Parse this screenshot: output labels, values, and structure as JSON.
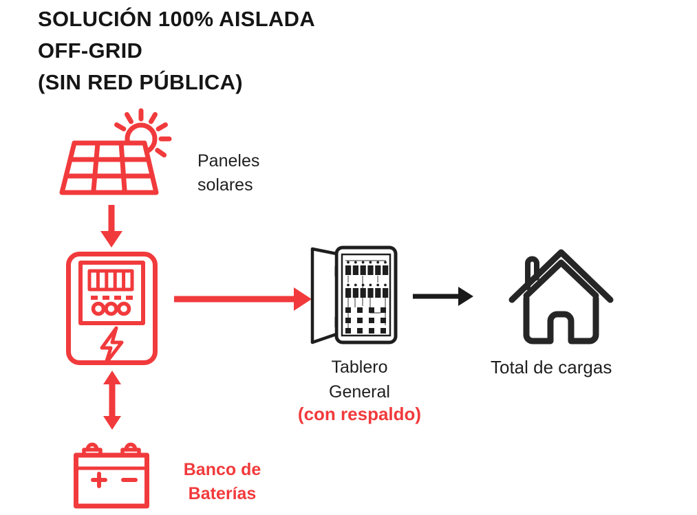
{
  "title": {
    "line1": "SOLUCIÓN 100% AISLADA",
    "line2": "OFF-GRID",
    "line3": "(SIN RED PÚBLICA)"
  },
  "labels": {
    "panels": {
      "line1": "Paneles",
      "line2": "solares"
    },
    "board": {
      "line1": "Tablero",
      "line2": "General",
      "line3": "(con respaldo)"
    },
    "loads": "Total de cargas",
    "battery": {
      "line1": "Banco de",
      "line2": "Baterías"
    }
  },
  "icons": {
    "panels": "solar-panel-with-sun-icon",
    "inverter": "inverter-charge-controller-icon",
    "battery": "car-battery-icon",
    "board": "breaker-panel-cabinet-icon",
    "loads": "house-icon",
    "arrows": [
      "arrow-down-icon",
      "arrow-right-icon",
      "arrow-up-down-icon"
    ]
  },
  "connections": [
    {
      "from": "Paneles solares",
      "to": "Inversor",
      "style": "red-arrow-down"
    },
    {
      "from": "Inversor",
      "to": "Tablero General (con respaldo)",
      "style": "red-arrow-right"
    },
    {
      "from": "Inversor",
      "to": "Banco de Baterías",
      "style": "red-arrow-bidirectional"
    },
    {
      "from": "Tablero General",
      "to": "Total de cargas",
      "style": "black-arrow-right"
    }
  ],
  "colors": {
    "red": "#F13A3C",
    "black": "#1E1E1E",
    "title_text": "#151515",
    "background": "#FFFFFF"
  }
}
